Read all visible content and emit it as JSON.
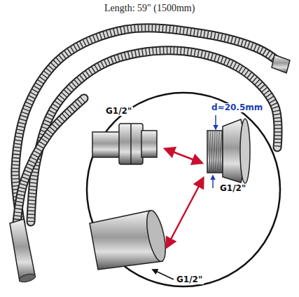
{
  "diagram": {
    "title": "Length: 59\" (1500mm)",
    "labels": [
      "G1/2\"",
      "d≈20.5mm",
      "G1/2\"",
      "G1/2\""
    ]
  }
}
